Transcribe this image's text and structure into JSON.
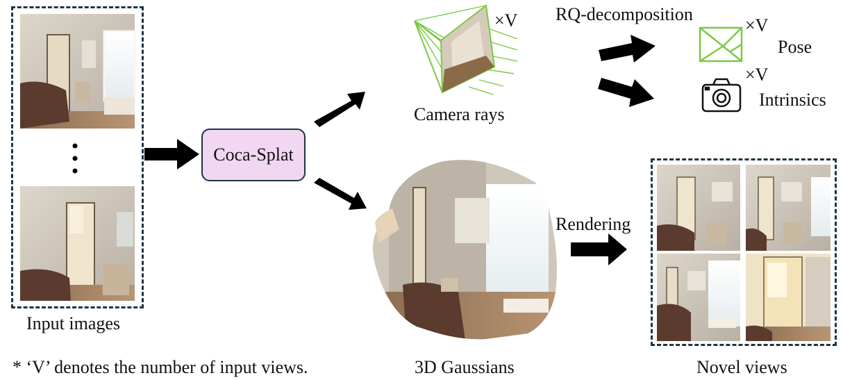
{
  "labels": {
    "input_images": "Input images",
    "module": "Coca-Splat",
    "camera_rays": "Camera rays",
    "gaussians": "3D Gaussians",
    "rq": "RQ-decomposition",
    "times_v": "×V",
    "pose": "Pose",
    "intrinsics": "Intrinsics",
    "rendering": "Rendering",
    "novel_views": "Novel views",
    "footnote": "* ‘V’ denotes the number of input views."
  },
  "colors": {
    "module_fill": "#f1d7f1",
    "frame_border": "#1e3443",
    "ray_green": "#7ac943",
    "arrow": "#000000",
    "wall": "#d9d2c8",
    "door": "#e9dcc6",
    "sofa": "#5a3b2e"
  },
  "icons": {
    "pose": "pose-frame-icon",
    "intrinsics": "camera-icon"
  }
}
